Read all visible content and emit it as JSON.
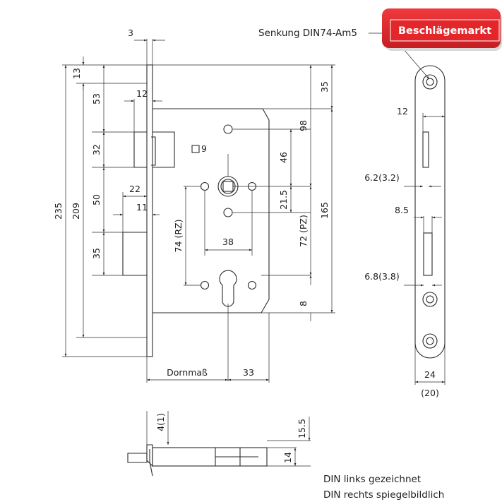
{
  "brand": {
    "name": "Beschlägemarkt",
    "color_primary": "#e3262a",
    "color_dark": "#b71c1f"
  },
  "callout": {
    "countersink": "Senkung DIN74-Am5"
  },
  "dimensions": {
    "faceplate_thickness": "3",
    "top_offset": "13",
    "latch_from_top": "53",
    "latch_projection": "12",
    "latch_height": "32",
    "latch_to_bolt": "50",
    "bolt_projection": "22",
    "bolt_width": "11",
    "bolt_height": "35",
    "faceplate_height": "235",
    "screw_spacing": "209",
    "top_to_case": "35",
    "handle_from_top": "98",
    "spindle_square": "9",
    "spindle_to_upper_screw": "46",
    "spindle_to_lower_screw": "21.5",
    "handle_screw_spacing": "74 (RZ)",
    "screw_width": "38",
    "distance_pz": "72 (PZ)",
    "case_height": "165",
    "cylinder_bottom": "8",
    "backset_label": "Dornmaß",
    "backset_extra": "33",
    "side_latch": "12",
    "side_offset_a": "6.2(3.2)",
    "side_bolt": "8.5",
    "side_offset_b": "6.8(3.8)",
    "faceplate_width": "24",
    "faceplate_width_alt": "(20)",
    "bottom_step": "4(1)",
    "bottom_height": "15.5",
    "bottom_case": "14"
  },
  "notes": {
    "line1": "DIN links gezeichnet",
    "line2": "DIN rechts spiegelbildlich"
  }
}
